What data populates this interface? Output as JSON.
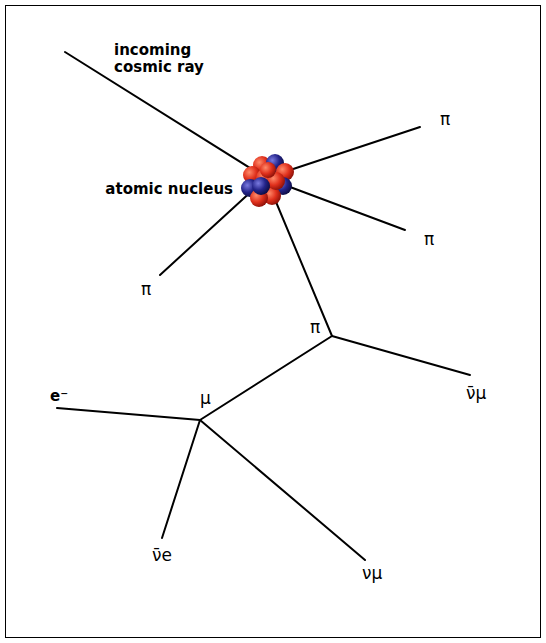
{
  "diagram": {
    "labels": [
      "incoming cosmic ray",
      "atomic nucleus",
      "π",
      "π",
      "π",
      "π",
      "ν̄μ",
      "μ",
      "e⁻",
      "ν̄e",
      "νμ"
    ]
  }
}
